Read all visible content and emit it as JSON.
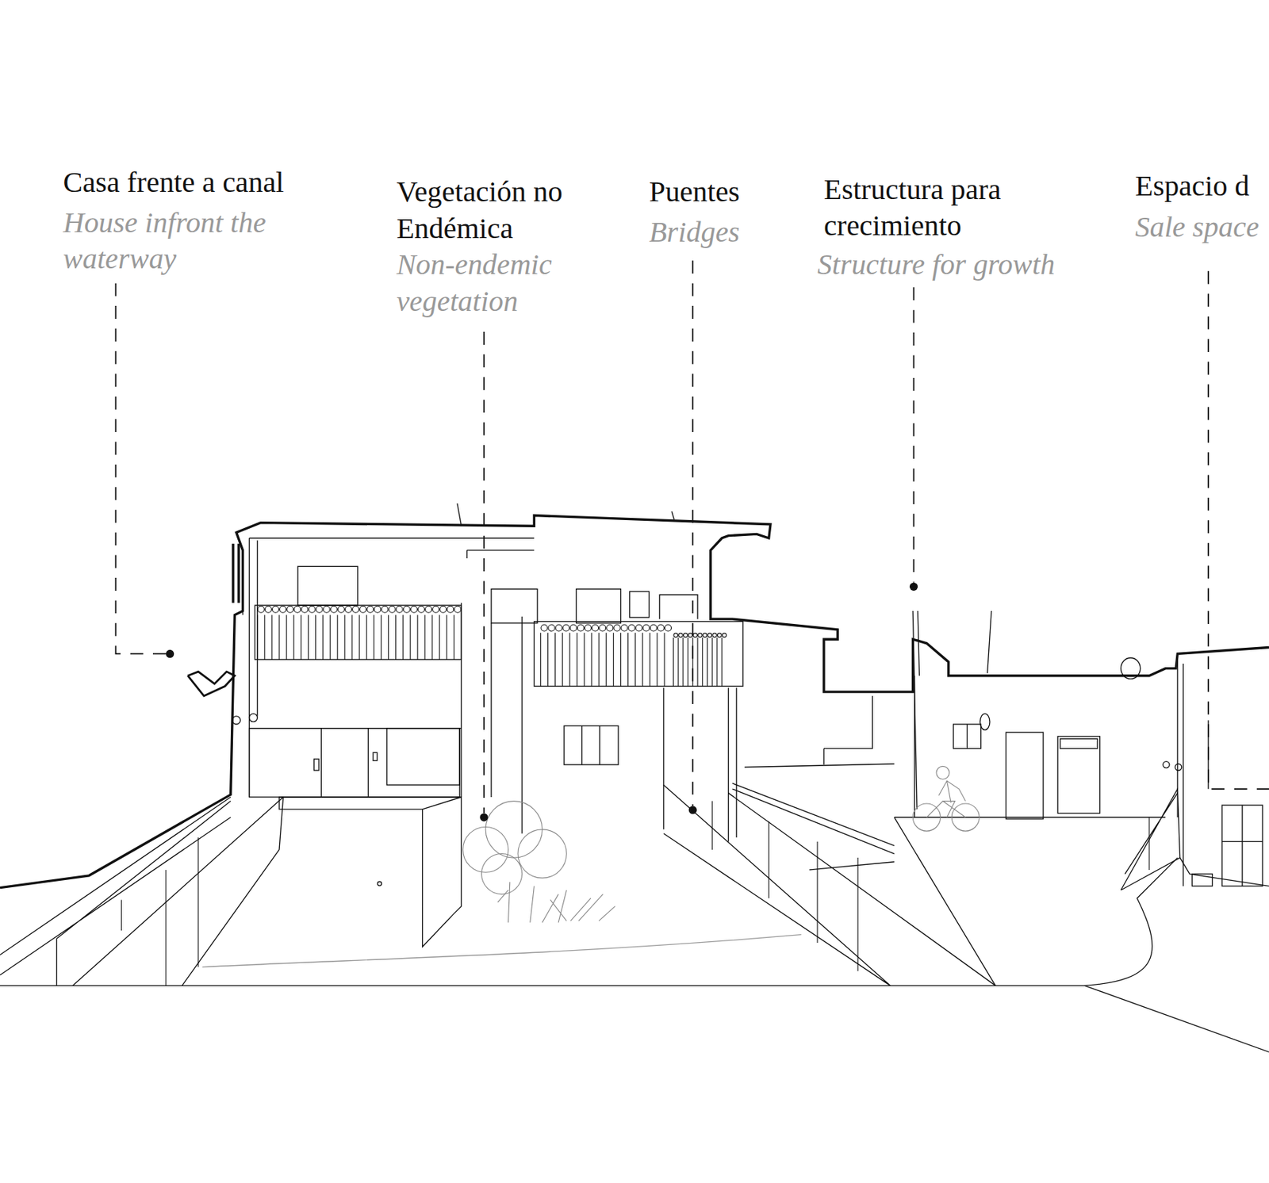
{
  "diagram": {
    "labels": [
      "Casa frente a canal",
      "House infront the waterway",
      "Vegetación no Endémica",
      "Non-endemic vegetation",
      "Puentes",
      "Bridges",
      "Estructura para crecimiento",
      "Structure for growth",
      "Espacio d",
      "Sale space"
    ]
  }
}
